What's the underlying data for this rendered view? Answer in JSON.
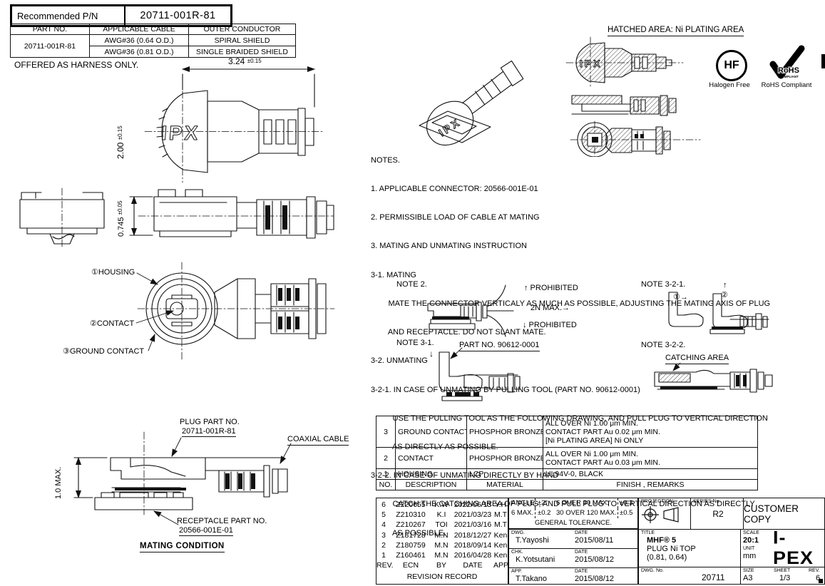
{
  "recommended": {
    "label": "Recommended P/N",
    "value": "20711-001R-81"
  },
  "cable_table": {
    "col_part": "PART NO.",
    "col_cable": "APPLICABLE CABLE",
    "col_outer": "OUTER CONDUCTOR",
    "part_no": "20711-001R-81",
    "rows": [
      {
        "cable": "AWG#36 (0.64 O.D.)",
        "outer": "SPIRAL SHIELD"
      },
      {
        "cable": "AWG#36 (0.81 O.D.)",
        "outer": "SINGLE BRAIDED SHIELD"
      }
    ]
  },
  "harness_note": "OFFERED AS HARNESS ONLY.",
  "dims": {
    "length": "3.24",
    "length_tol": "±0.15",
    "width": "2.00",
    "width_tol": "±0.15",
    "side_height": "0.745",
    "side_height_tol": "±0.05",
    "mated_height": "1.0 MAX.",
    "ipx_mark": "IPX"
  },
  "part_labels": {
    "housing": "①HOUSING",
    "contact": "②CONTACT",
    "ground": "③GROUND CONTACT"
  },
  "mating": {
    "plug_label": "PLUG PART NO.",
    "plug_no": "20711-001R-81",
    "coax": "COAXIAL CABLE",
    "recept_label": "RECEPTACLE PART NO.",
    "recept_no": "20566-001E-01",
    "caption": "MATING CONDITION"
  },
  "hatched_label": "HATCHED AREA: Ni PLATING AREA",
  "badges": {
    "hf_glyph": "HF",
    "hf_caption": "Halogen Free",
    "rohs_glyph": "RoHS",
    "rohs_sub": "COMPLIANT",
    "rohs_caption": "RoHS Compliant"
  },
  "notes": {
    "lines": [
      "NOTES.",
      "1. APPLICABLE CONNECTOR: 20566-001E-01",
      "2. PERMISSIBLE LOAD OF CABLE AT MATING",
      "3. MATING AND UNMATING INSTRUCTION",
      "3-1. MATING",
      "        MATE THE CONNECTOR VERTICALY AS MUCH AS POSSIBLE, ADJUSTING THE MATING AXIS OF PLUG",
      "        AND RECEPTACLE. DO NOT SLANT MATE.",
      "3-2. UNMATING",
      "3-2-1. IN CASE OF UNMATING BY PULLING TOOL (PART NO. 90612-0001)",
      "          USE THE PULLING TOOL AS THE FOLLOWING DRAWING, AND PULL PLUG TO VERTICAL DIRECTION",
      "          AS DIRECTLY AS POSSIBLE.",
      "3-2-2. IN CASE OF UNMATING DIRECTLY BY HAND",
      "          CATCH THE CATCHING AREA OF PLUG, AND PULL PLUG TO VERTICAL DIRECTION AS DIRECTLY",
      "          AS POSSIBLE."
    ]
  },
  "note2": {
    "title": "NOTE 2.",
    "up": "↑ PROHIBITED",
    "mid": "2N MAX.→",
    "down": "↓ PROHIBITED"
  },
  "note31": {
    "title": "NOTE 3-1.",
    "part": "PART NO. 90612-0001",
    "arrow": "↓"
  },
  "note321": {
    "title": "NOTE 3-2-1.",
    "step1": "①→",
    "step2": "②",
    "arrow": "↑"
  },
  "note322": {
    "title": "NOTE 3-2-2.",
    "area": "CATCHING AREA"
  },
  "bom": {
    "headers": {
      "no": "NO.",
      "desc": "DESCRIPTION",
      "mat": "MATERIAL",
      "finish": "FINISH , REMARKS"
    },
    "rows": [
      {
        "no": "3",
        "desc": "GROUND CONTACT",
        "mat": "PHOSPHOR BRONZE",
        "finish": [
          "ALL OVER Ni 1.00 μm MIN.",
          "CONTACT PART Au 0.02 μm MIN.",
          "[Ni PLATING AREA] Ni ONLY"
        ]
      },
      {
        "no": "2",
        "desc": "CONTACT",
        "mat": "PHOSPHOR BRONZE",
        "finish": [
          "ALL OVER Ni 1.00 μm MIN.",
          "CONTACT PART Au 0.03 μm MIN."
        ]
      },
      {
        "no": "1",
        "desc": "HOUSING",
        "mat": "LCP",
        "finish": [
          "UL94V-0, BLACK"
        ]
      }
    ]
  },
  "revisions": {
    "caption": "REVISION RECORD",
    "headers": [
      "REV.",
      "ECN",
      "BY",
      "DATE",
      "APP."
    ],
    "rows": [
      [
        "6",
        "Z220655",
        "K.W",
        "2022/06/13",
        "Y.H"
      ],
      [
        "5",
        "Z210310",
        "K.I",
        "2021/03/23",
        "M.T"
      ],
      [
        "4",
        "Z210267",
        "TOI",
        "2021/03/16",
        "M.T"
      ],
      [
        "3",
        "Z181728",
        "M.N",
        "2018/12/27",
        "Ken"
      ],
      [
        "2",
        "Z180759",
        "M.N",
        "2018/09/14",
        "Ken"
      ],
      [
        "1",
        "Z160461",
        "M.N",
        "2016/04/28",
        "Ken"
      ]
    ]
  },
  "titleblock": {
    "tol": {
      "angle_label": "ANGLE",
      "angle_val": "±2°",
      "mid_label": "6 OVER 30 MAX.",
      "mid_val": "±0.3",
      "small_label": "6 MAX.",
      "small_val": "±0.2",
      "large_label": "30 OVER 120 MAX.",
      "large_val": "±0.5",
      "caption": "GENERAL TOLERANCE."
    },
    "sign": {
      "dwg_label": "DWG.",
      "dwg_name": "T.Yayoshi",
      "chk_label": "CHK.",
      "chk_name": "K.Yotsutani",
      "app_label": "APP.",
      "app_name": "T.Takano",
      "date_label": "DATE",
      "dwg_date": "2015/08/11",
      "chk_date": "2015/08/12",
      "app_date": "2015/08/12"
    },
    "projection_label": "PROJECTION",
    "series_label": "SERIES No.",
    "series_value": "R2",
    "copy": "CUSTOMER COPY",
    "title_label": "TITLE",
    "title_line1": "MHF® 5",
    "title_line2": "PLUG Ni TOP",
    "title_line3": "(0.81, 0.64)",
    "dwgno_label": "DWG. No.",
    "dwgno_value": "20711",
    "scale_label": "SCALE",
    "scale_value": "20:1",
    "unit_label": "UNIT",
    "unit_value": "mm",
    "size_label": "SIZE",
    "size_value": "A3",
    "sheet_label": "SHEET",
    "sheet_value": "1/3",
    "rev_label": "REV.",
    "rev_value": "6",
    "logo": "I-PEX"
  }
}
